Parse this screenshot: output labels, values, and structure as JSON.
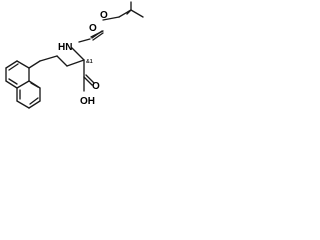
{
  "molecule": {
    "labels": {
      "nh": "HN",
      "o_ester": "O",
      "o_carbonyl": "O",
      "o_acid_carbonyl": "O",
      "oh": "OH",
      "stereo": "&1"
    }
  }
}
